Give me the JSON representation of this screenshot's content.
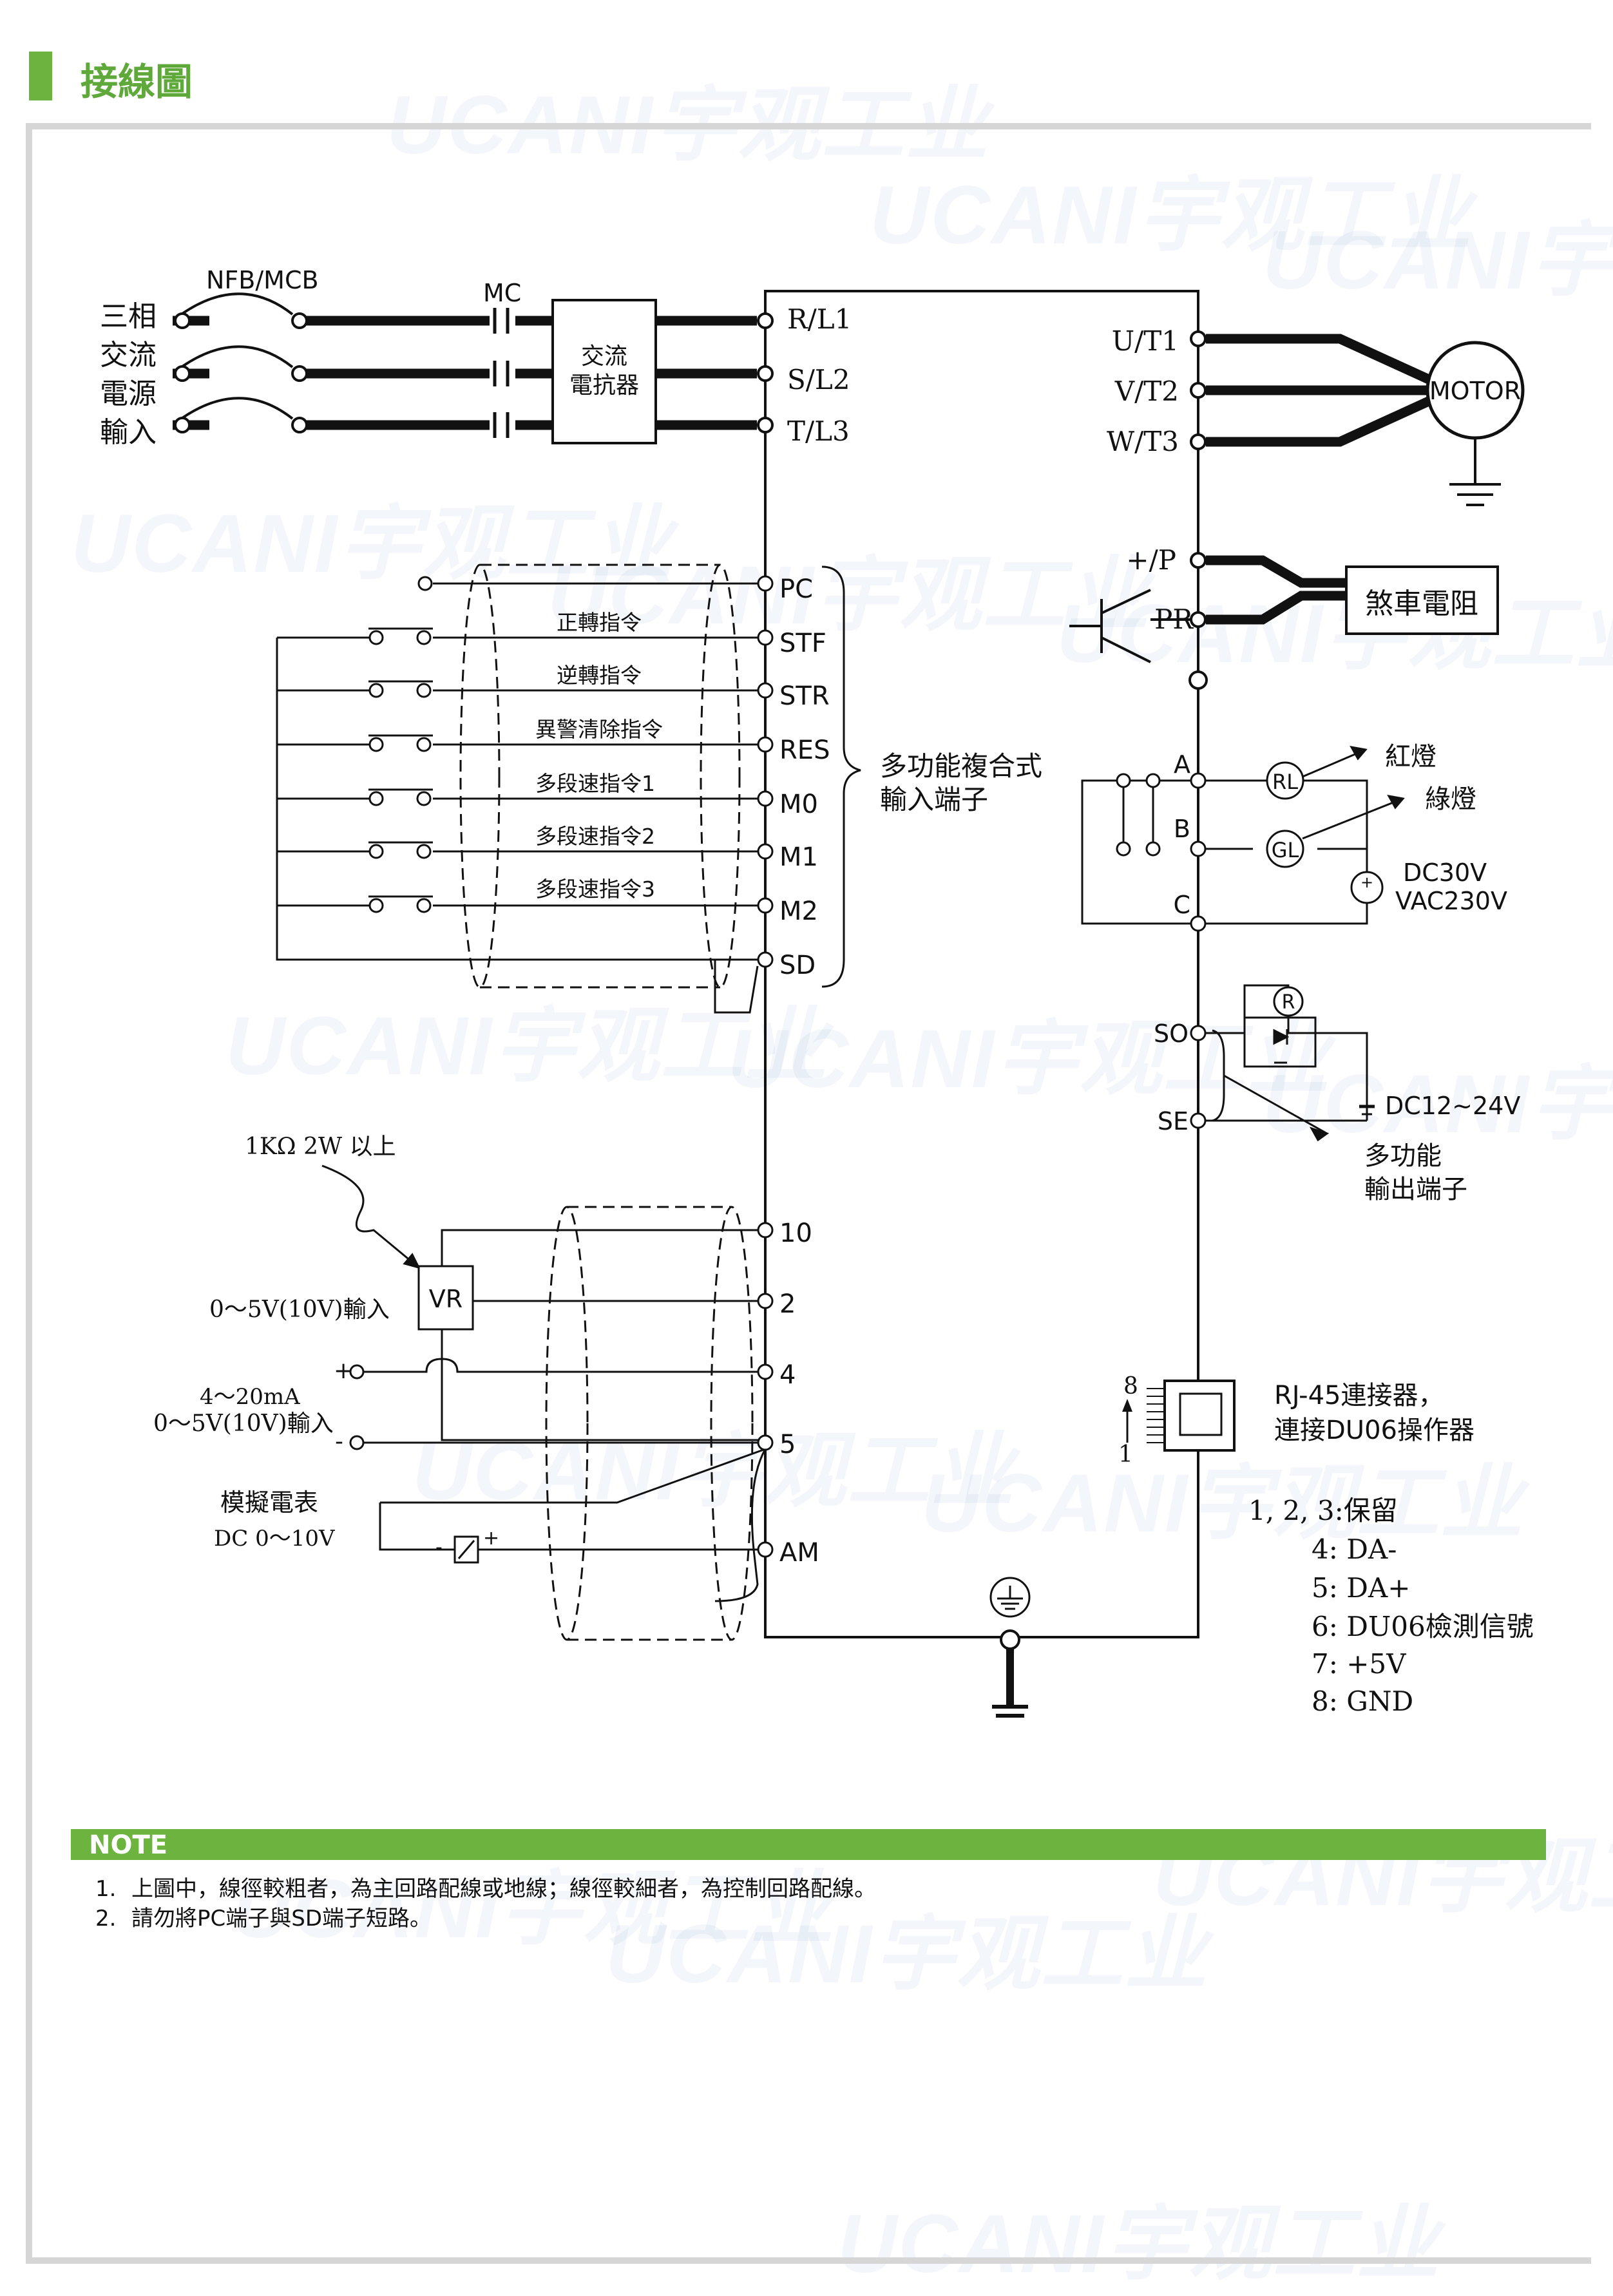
{
  "section_title": "接線圖",
  "watermark": "UCANI宇观工业",
  "power_input": {
    "label_lines": [
      "三相",
      "交流",
      "電源",
      "輸入"
    ],
    "breaker_label": "NFB/MCB",
    "contactor_label": "MC",
    "reactor_lines": [
      "交流",
      "電抗器"
    ]
  },
  "input_terminals": [
    "R/L1",
    "S/L2",
    "T/L3"
  ],
  "output_terminals": [
    "U/T1",
    "V/T2",
    "W/T3"
  ],
  "motor_label": "MOTOR",
  "brake": {
    "terminals": [
      "+/P",
      "PR"
    ],
    "resistor_label": "煞車電阻"
  },
  "digital_inputs": {
    "terminals": [
      "PC",
      "STF",
      "STR",
      "RES",
      "M0",
      "M1",
      "M2",
      "SD"
    ],
    "commands": [
      "正轉指令",
      "逆轉指令",
      "異警清除指令",
      "多段速指令1",
      "多段速指令2",
      "多段速指令3"
    ],
    "group_label_lines": [
      "多功能複合式",
      "輸入端子"
    ]
  },
  "relay_output": {
    "terminals": [
      "A",
      "B",
      "C"
    ],
    "lamps": [
      "RL",
      "GL"
    ],
    "lamp_labels": [
      "紅燈",
      "綠燈"
    ],
    "supply_lines": [
      "DC30V",
      "VAC230V"
    ]
  },
  "open_collector_output": {
    "terminals": [
      "SO",
      "SE"
    ],
    "relay_symbol": "R",
    "supply": "DC12~24V",
    "label_lines": [
      "多功能",
      "輸出端子"
    ]
  },
  "analog": {
    "resistor_note": "1KΩ 2W 以上",
    "vr_label": "VR",
    "vr_input": "0～5V(10V)輸入",
    "current_lines": [
      "4～20mA",
      "0～5V(10V)輸入"
    ],
    "plus_sign": "+",
    "minus_sign": "-",
    "meter_lines": [
      "模擬電表",
      "DC 0～10V"
    ],
    "terminals": [
      "10",
      "2",
      "4",
      "5",
      "AM"
    ]
  },
  "rj45": {
    "pin_top": "8",
    "pin_bottom": "1",
    "label_lines": [
      "RJ-45連接器，",
      "連接DU06操作器"
    ],
    "pin_lines": [
      "1, 2, 3:保留",
      "4: DA-",
      "5: DA+",
      "6: DU06檢測信號",
      "7: +5V",
      "8: GND"
    ]
  },
  "note": {
    "label": "NOTE",
    "items": [
      {
        "num": "1.",
        "text": "上圖中，線徑較粗者，為主回路配線或地線；線徑較細者，為控制回路配線。"
      },
      {
        "num": "2.",
        "text": "請勿將PC端子與SD端子短路。"
      }
    ]
  },
  "colors": {
    "accent": "#6cb33f",
    "frame": "#d8d8d8",
    "line": "#111111"
  }
}
